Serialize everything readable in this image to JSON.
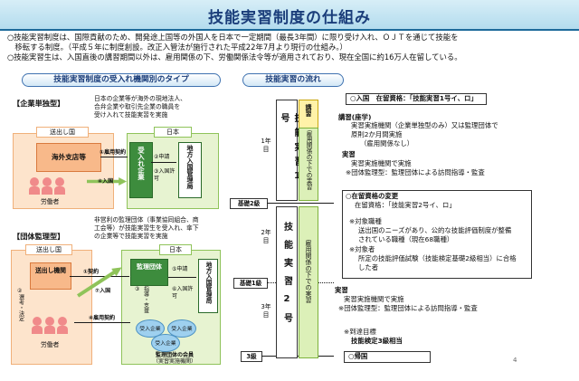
{
  "header": {
    "title": "技能実習制度の仕組み"
  },
  "intro": {
    "line1": "○技能実習制度は、国際貢献のため、開発途上国等の外国人を日本で一定期間（最長3年間）に限り受け入れ、ＯＪＴを通じて技能を",
    "line2": "　移転する制度。（平成５年に制度創設。改正入管法が施行された平成22年7月より現行の仕組み。）",
    "line3": "○技能実習生は、入国直後の講習期間以外は、雇用関係の下、労働関係法令等が適用されており、現在全国に約16万人在留している。"
  },
  "left": {
    "heading": "技能実習制度の受入れ機関別のタイプ",
    "corp": {
      "label": "【企業単独型】",
      "desc1": "日本の企業等が海外の現地法人、",
      "desc2": "合弁企業や取引先企業の職員を",
      "desc3": "受け入れて技能実習を実施",
      "sending": "送出し国",
      "japan": "日本",
      "branch": "海外支店等",
      "worker": "労働者",
      "employ": "①雇用契約",
      "entry": "④入国",
      "accept": "受入れ企業",
      "apply": "②申請",
      "permit": "③入国許可",
      "imm": "地方入国管理局"
    },
    "org": {
      "label": "【団体監理型】",
      "desc1": "非営利の監理団体（事業協同組合、商",
      "desc2": "工会等）が技能実習生を受入れ、傘下",
      "desc3": "の企業等で技能実習を実施",
      "sending": "送出し国",
      "japan": "日本",
      "sender": "送出し機関",
      "recruit1": "②",
      "recruit2": "選考・決定",
      "contract": "①契約",
      "worker": "労働者",
      "employ": "④雇用契約",
      "entry": "⑦入国",
      "supervisor": "監理団体",
      "assist1": "指導・支援",
      "assist2": "③",
      "apply": "⑤申請",
      "permit": "⑥入国許可",
      "imm": "地方入国管理局",
      "firm1": "受入企業",
      "firm2": "受入企業",
      "firm3": "受入企業",
      "members1": "監理団体の会員",
      "members2": "（実習実施機関）"
    }
  },
  "right": {
    "heading": "技能実習の流れ",
    "steps": {
      "entry": "○入国　在留資格：「技能実習1号イ、ロ」",
      "lecture_title": "講習(座学)",
      "lecture1": "実習実施機関（企業単独型のみ）又は監理団体で",
      "lecture2": "原則2か月間実施",
      "lecture3": "（雇用関係なし）",
      "practice_title": "実習",
      "practice1": "実習実施機関で実施",
      "practice2": "※団体監理型：監理団体による訪問指導・監査",
      "change_title": "○在留資格の変更",
      "change1": "在留資格：「技能実習2号イ、ロ」",
      "req_title": "※対象職種",
      "req1": "送出国のニーズがあり、公的な技能評価制度が整備",
      "req2": "されている職種（現在68職種）",
      "req3": "※対象者",
      "req4": "所定の技能評価試験（技能検定基礎2級相当）に合格",
      "req5": "した者",
      "practice2_title": "実習",
      "practice2_1": "実習実施機関で実施",
      "practice2_2": "※団体監理型：監理団体による訪問指導・監査",
      "goal1": "※到達目標",
      "goal2": "技能検定3級相当",
      "return": "○帰国"
    },
    "col1_top": "技能実習1号",
    "col1_lecture": "講習",
    "col1_employ": "雇用関係の下での実習",
    "col2_label": "技能実習2号",
    "col2_employ": "雇用関係の下での実習",
    "year1": "1年目",
    "year2": "2年目",
    "year3": "3年目",
    "grade_b2": "基礎2級",
    "grade_b1": "基礎1級",
    "grade_3": "3級"
  },
  "page_number": "4"
}
